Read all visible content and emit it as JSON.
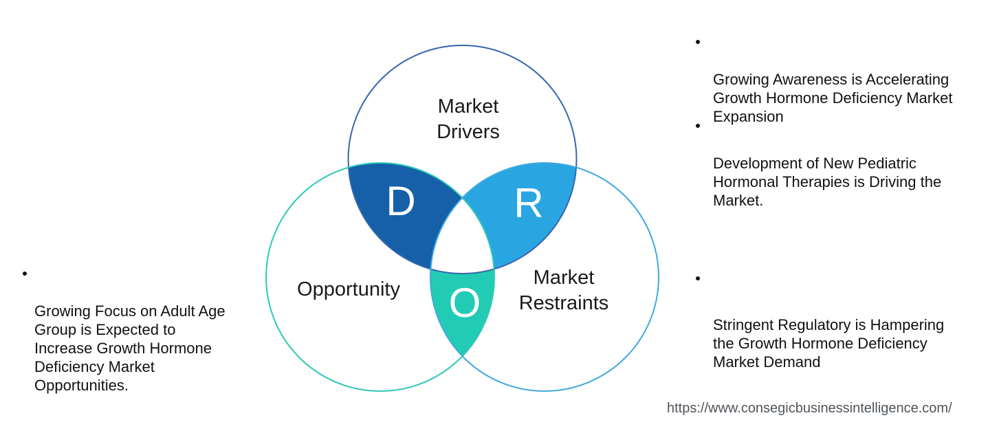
{
  "venn": {
    "circles": {
      "drivers": {
        "label": "Market\nDrivers",
        "outline_color": "#3566ae"
      },
      "opportunity": {
        "label": "Opportunity",
        "outline_color": "#2ec9b6"
      },
      "restraints": {
        "label": "Market\nRestraints",
        "outline_color": "#3fa8e0"
      }
    },
    "intersections": {
      "d": {
        "letter": "D",
        "fill": "#1560a8",
        "letter_color": "#ffffff"
      },
      "r": {
        "letter": "R",
        "fill": "#29a6e2",
        "letter_color": "#ffffff"
      },
      "o": {
        "letter": "O",
        "fill": "#22ccb4",
        "letter_color": "#ffffff"
      }
    },
    "center_fill": "#ffffff"
  },
  "bullets": {
    "left": {
      "text": "Growing Focus on Adult Age\nGroup is Expected to\nIncrease Growth Hormone\nDeficiency Market\nOpportunities."
    },
    "right": [
      {
        "text": "Growing Awareness is Accelerating\nGrowth Hormone Deficiency Market\nExpansion"
      },
      {
        "text": "Development of New Pediatric\nHormonal Therapies is Driving the\nMarket."
      },
      {
        "text": "Stringent Regulatory is Hampering\nthe Growth Hormone Deficiency\nMarket Demand"
      }
    ]
  },
  "footer": {
    "url": "https://www.consegicbusinessintelligence.com/"
  },
  "colors": {
    "background": "#ffffff",
    "body_text": "#111111",
    "label_text": "#1a1a1a",
    "url_text": "#4e545b"
  }
}
